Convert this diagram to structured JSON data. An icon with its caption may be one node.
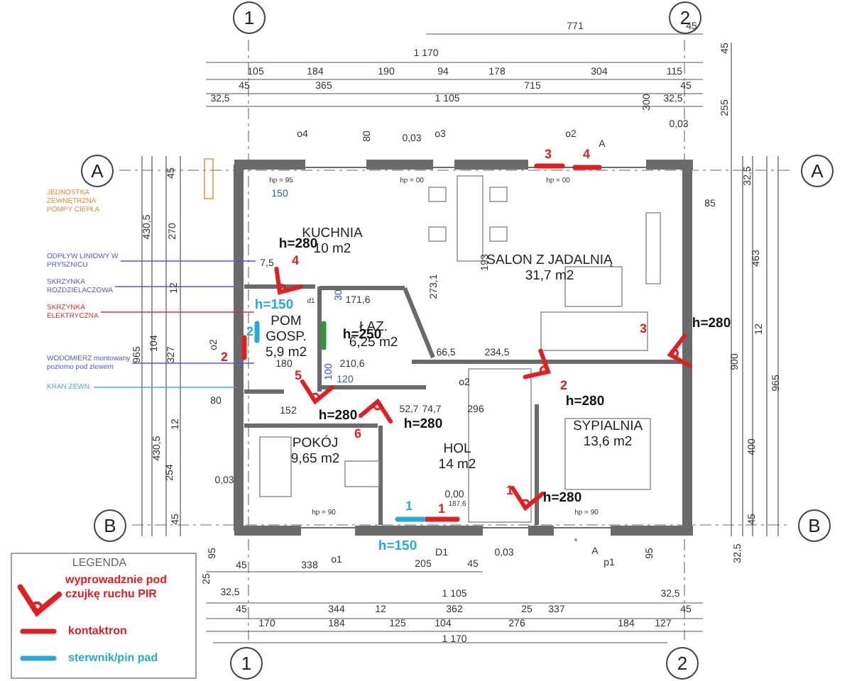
{
  "diagram": {
    "nodes": [
      {
        "text": [
          "1"
        ]
      },
      {
        "text": [
          "2"
        ]
      },
      {
        "text": [
          "A"
        ]
      },
      {
        "text": [
          "A"
        ]
      },
      {
        "text": [
          "B"
        ]
      },
      {
        "text": [
          "B"
        ]
      },
      {
        "text": [
          "1"
        ]
      },
      {
        "text": [
          "2"
        ]
      },
      {
        "text": [
          "KUCHNIA",
          "10 m2"
        ]
      },
      {
        "text": [
          "POM GOSP.",
          "5,9 m2"
        ]
      },
      {
        "text": [
          "ŁAZ.",
          "6,25 m2"
        ]
      },
      {
        "text": [
          "SALON Z JADALNIĄ",
          "31,7 m2"
        ]
      },
      {
        "text": [
          "POKÓJ",
          "9,65 m2"
        ]
      },
      {
        "text": [
          "HOL",
          "14 m2"
        ]
      },
      {
        "text": [
          "SYPIALNIA",
          "13,6 m2"
        ]
      },
      {
        "text": [
          "ODPŁYW LINIOWY W PRYSZNICU"
        ]
      },
      {
        "text": [
          "SKRZYNKA ROZDZIELACZOWA"
        ]
      },
      {
        "text": [
          "SKRZYNKA ELEKTRYCZNA"
        ]
      },
      {
        "text": [
          "WODOMIERZ montowany poziomo pod zlewem"
        ]
      },
      {
        "text": [
          "KRAN ZEWN."
        ]
      }
    ],
    "edges": [
      {
        "from": 15,
        "to": 8,
        "arrow": "none"
      },
      {
        "from": 16,
        "to": null,
        "arrow": "none"
      },
      {
        "from": 17,
        "to": 9,
        "arrow": "none",
        "color": "#dd3333"
      },
      {
        "from": 18,
        "to": 9,
        "arrow": "none"
      },
      {
        "from": 19,
        "to": null,
        "arrow": "none",
        "color": "#44aadd"
      }
    ],
    "labels": [
      "771",
      "45",
      "1 170",
      "105",
      "184",
      "190",
      "94",
      "178",
      "304",
      "115",
      "45",
      "365",
      "715",
      "45",
      "32,5",
      "1 105",
      "32,5",
      "300",
      "45",
      "255",
      "80",
      "o4",
      "0,03",
      "o3",
      "o2",
      "A",
      "0,03",
      "JEDNOSTKA ZEWNĘTRZNA POMPY CIEPŁA",
      "45",
      "270",
      "430,5",
      "12",
      "104",
      "965",
      "327",
      "80",
      "430,5",
      "12",
      "254",
      "45",
      "0,03",
      "95",
      "25",
      "32,5",
      "32,5",
      "85",
      "463",
      "900",
      "12",
      "965",
      "400",
      "45",
      "32,5",
      "95",
      "45",
      "338",
      "o1",
      "205",
      "45",
      "D1",
      "0,03",
      "A",
      "p1",
      "1 105",
      "32,5",
      "45",
      "344",
      "12",
      "362",
      "25",
      "337",
      "45",
      "170",
      "184",
      "125",
      "104",
      "276",
      "184",
      "127",
      "1 170",
      "hp = 95",
      "150",
      "hp = 00",
      "hp = 00",
      "h=280",
      "7,5",
      "4",
      "30",
      "h=150",
      "171,6",
      "d1",
      "2",
      "2",
      "h=250",
      "180",
      "210,6",
      "66,5",
      "234,5",
      "193",
      "5",
      "100",
      "120",
      "152",
      "52,7",
      "74,7",
      "296",
      "h=280",
      "6",
      "h=280",
      "2",
      "h=280",
      "3",
      "h=280",
      "3",
      "4",
      "hp = 90",
      "0,00",
      "187,6",
      "1",
      "h=280",
      "hp = 90",
      "1",
      "h=150",
      "1",
      "LEGENDA",
      "273,1",
      "o2",
      "o2"
    ],
    "legend": [
      {
        "text": "wyprowadznie pod czujkę ruchu PIR"
      },
      {
        "text": "kontaktron"
      },
      {
        "text": "sterwnik/pin pad"
      }
    ]
  }
}
